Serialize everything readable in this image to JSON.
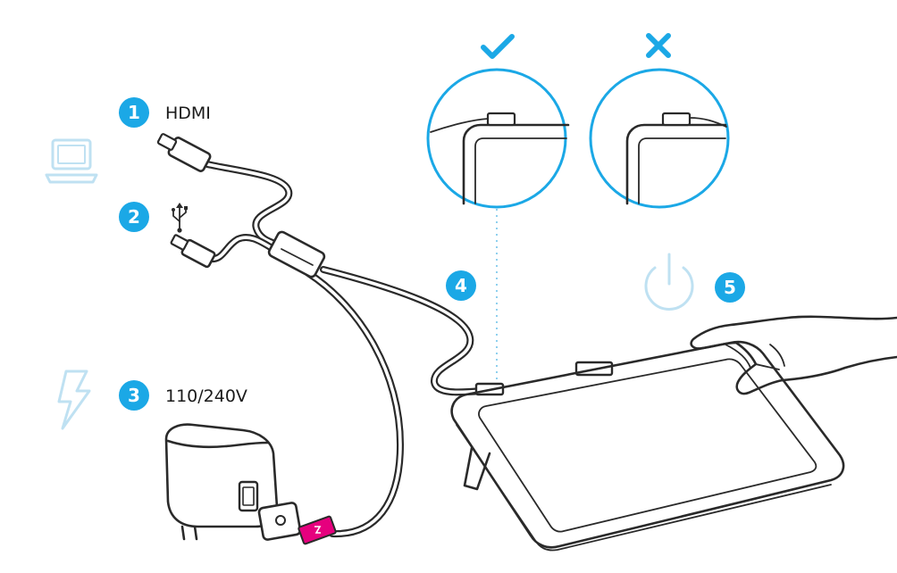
{
  "steps": [
    {
      "number": "1",
      "label": "HDMI"
    },
    {
      "number": "2",
      "label": ""
    },
    {
      "number": "3",
      "label": "110/240V"
    },
    {
      "number": "4",
      "label": ""
    },
    {
      "number": "5",
      "label": ""
    }
  ],
  "colors": {
    "accent_blue": "#1ba8e6",
    "pale_blue": "#bfe1f2",
    "power_pink": "#e6007e",
    "line": "#2a2a2a"
  },
  "icons": {
    "laptop": "laptop-icon",
    "usb": "usb-icon",
    "power_bolt": "lightning-icon",
    "power_button": "power-icon",
    "correct": "checkmark-icon",
    "incorrect": "cross-icon"
  }
}
